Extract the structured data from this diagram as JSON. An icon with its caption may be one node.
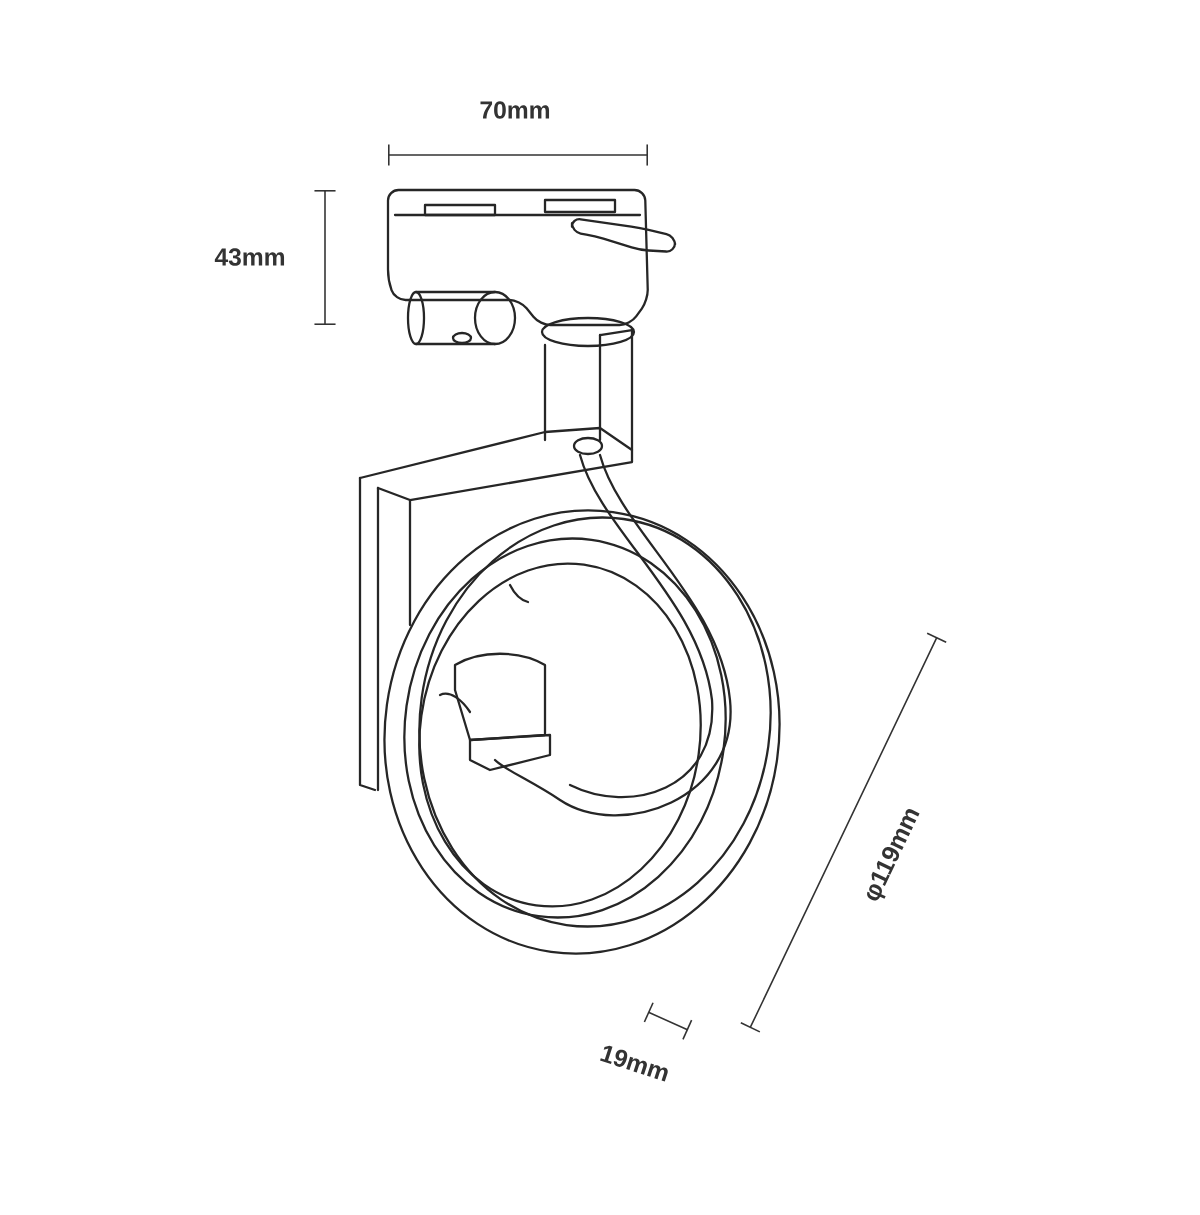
{
  "diagram": {
    "labels": [
      "70mm",
      "43mm",
      "φ119mm",
      "19mm"
    ]
  }
}
